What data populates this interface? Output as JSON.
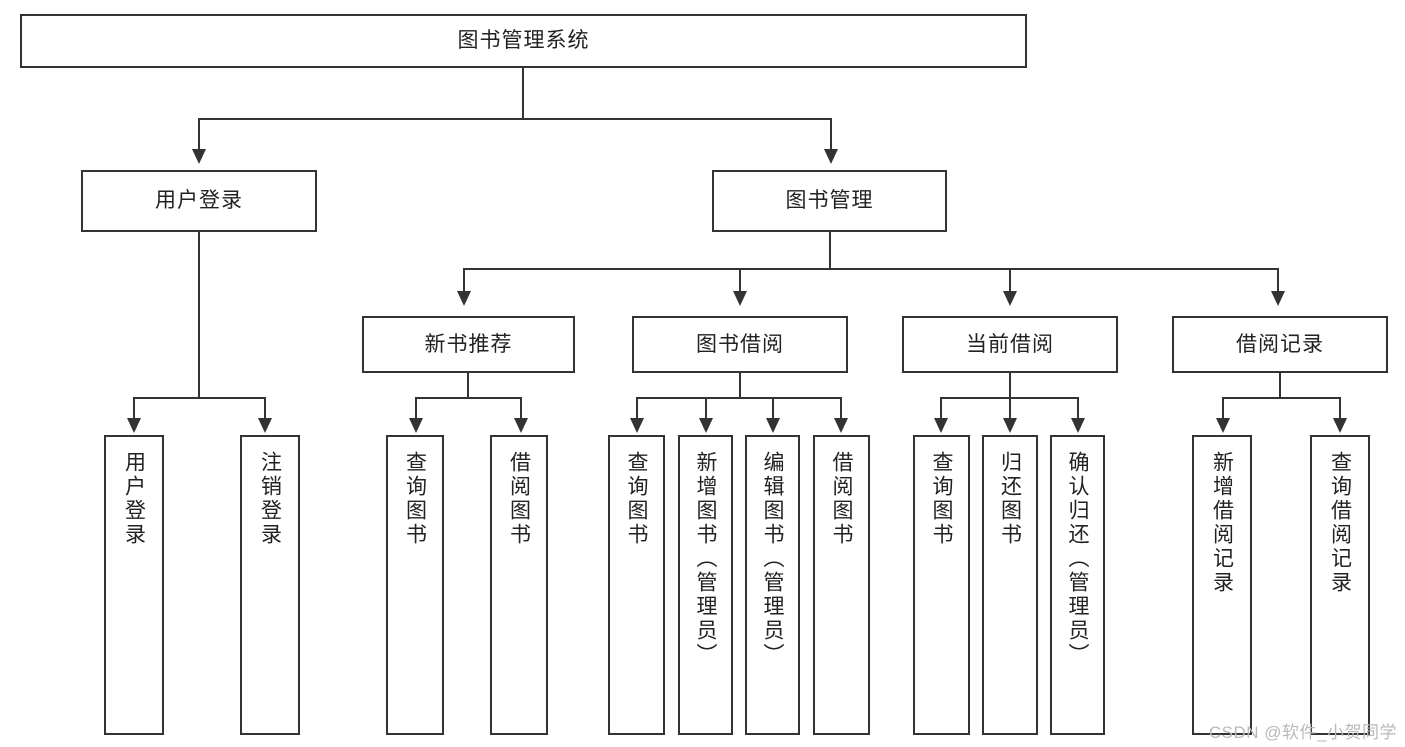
{
  "diagram": {
    "title": "图书管理系统",
    "watermark": "CSDN @软件_小贺同学",
    "level2": [
      {
        "label": "用户登录"
      },
      {
        "label": "图书管理"
      }
    ],
    "level3": [
      {
        "label": "新书推荐"
      },
      {
        "label": "图书借阅"
      },
      {
        "label": "当前借阅"
      },
      {
        "label": "借阅记录"
      }
    ],
    "leaves": {
      "user_login": [
        {
          "label": "用户登录"
        },
        {
          "label": "注销登录"
        }
      ],
      "new_book": [
        {
          "label": "查询图书"
        },
        {
          "label": "借阅图书"
        }
      ],
      "book_borrow": [
        {
          "label": "查询图书"
        },
        {
          "label": "新增图书（管理员）"
        },
        {
          "label": "编辑图书（管理员）"
        },
        {
          "label": "借阅图书"
        }
      ],
      "current_borrow": [
        {
          "label": "查询图书"
        },
        {
          "label": "归还图书"
        },
        {
          "label": "确认归还（管理员）"
        }
      ],
      "borrow_record": [
        {
          "label": "新增借阅记录"
        },
        {
          "label": "查询借阅记录"
        }
      ]
    }
  },
  "colors": {
    "stroke": "#333333",
    "text": "#222222",
    "background": "#ffffff",
    "watermark": "#b9b9b9"
  }
}
